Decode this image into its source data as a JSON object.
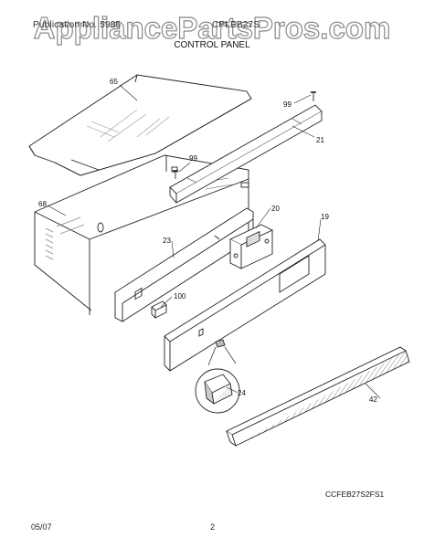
{
  "watermark": {
    "text": "AppliancePartsPros.com"
  },
  "header": {
    "left": "Publication No. 5995",
    "mid": "CPLEB27S",
    "title": "CONTROL PANEL"
  },
  "callouts": {
    "p65": "65",
    "p99a": "99",
    "p21": "21",
    "p99b": "99",
    "p68": "68",
    "p20": "20",
    "p19": "19",
    "p23": "23",
    "p100": "100",
    "p24": "24",
    "p42": "42"
  },
  "diagram_code": "CCFEB27S2FS1",
  "footer": {
    "date": "05/07",
    "page": "2"
  }
}
